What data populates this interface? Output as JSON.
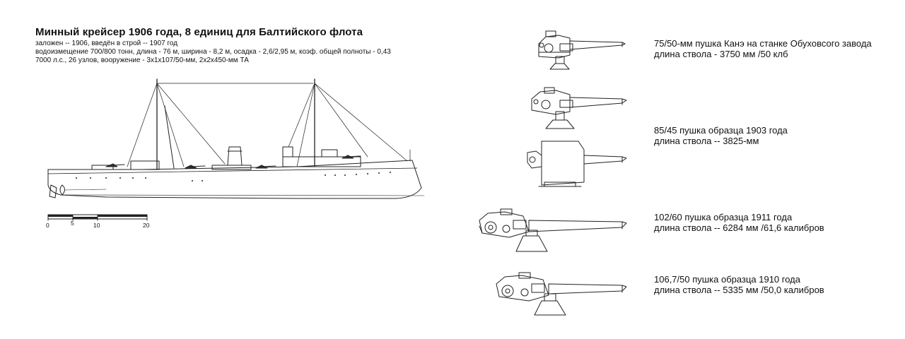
{
  "header": {
    "title": "Минный крейсер 1906 года, 8 единиц для Балтийского флота",
    "spec_lines": [
      "заложен -- 1906, введён в строй -- 1907 год",
      "водоизмещение 700/800 тонн, длина - 76 м, ширина - 8,2 м, осадка - 2,6/2,95 м, коэф. общей полноты - 0,43",
      "7000 л.с., 26 узлов, вооружение - 3х1х107/50-мм, 2х2х450-мм ТА"
    ]
  },
  "scale_bar": {
    "ticks": [
      "0",
      "5",
      "10",
      "20"
    ]
  },
  "guns": [
    {
      "name": "75/50-мм пушка Канэ на станке Обуховсого завода",
      "barrel": "длина ствола - 3750 мм /50 клб"
    },
    {
      "name": "85/45 пушка образца 1903 года",
      "barrel": "длина ствола -- 3825-мм"
    },
    {
      "name": "102/60 пушка образца 1911 года",
      "barrel": "длина ствола -- 6284 мм /61,6 калибров"
    },
    {
      "name": "106,7/50 пушка образца 1910 года",
      "barrel": "длина ствола -- 5335 мм /50,0 калибров"
    }
  ]
}
